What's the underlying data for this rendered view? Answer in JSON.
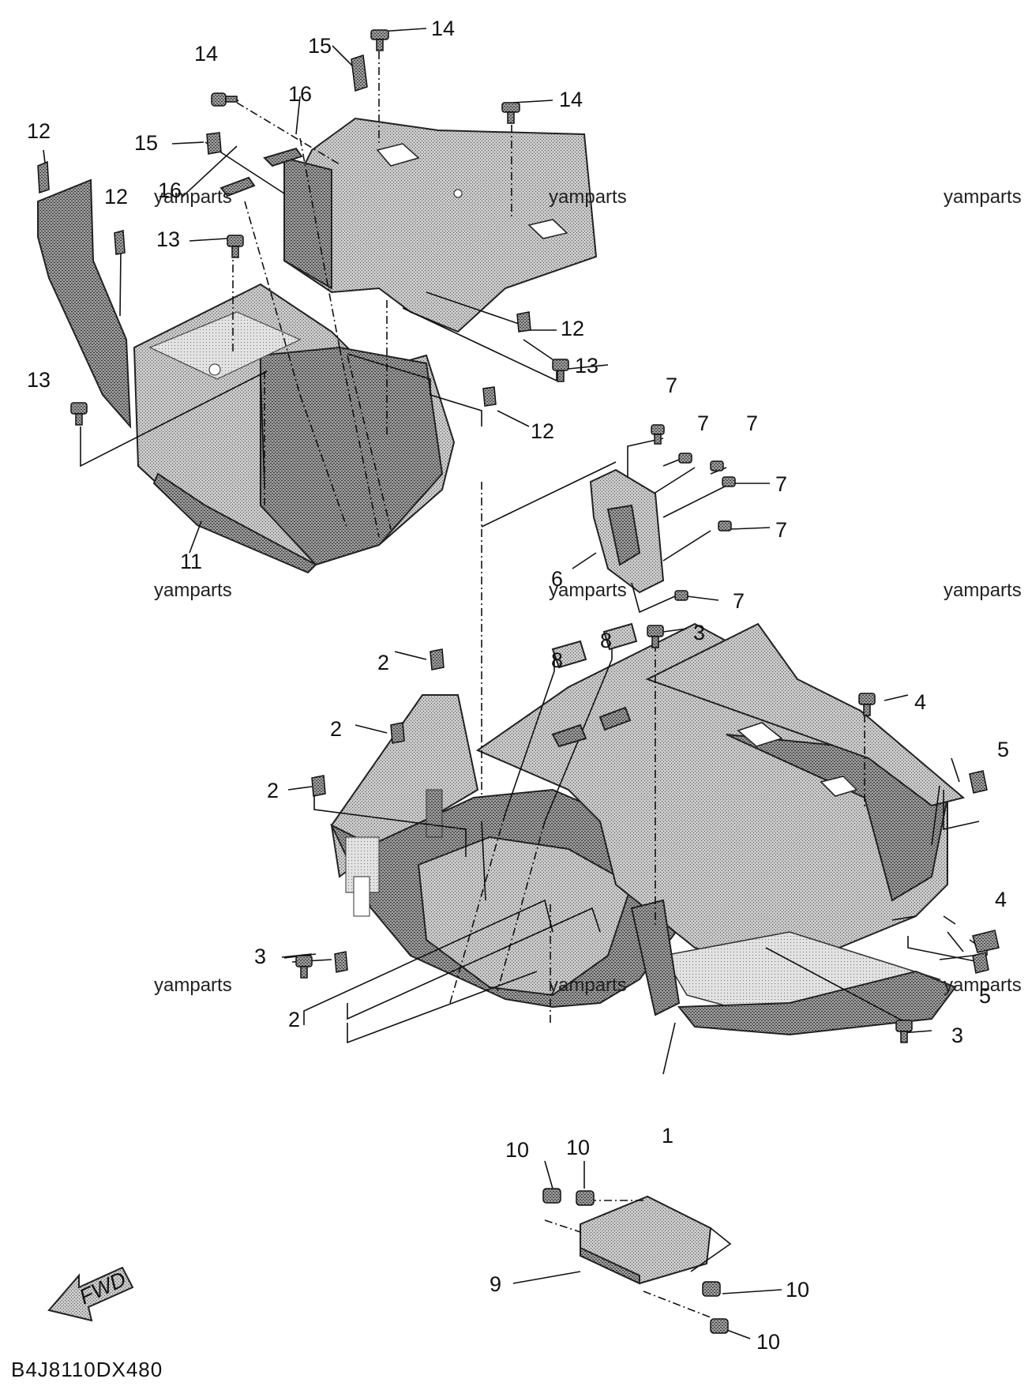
{
  "watermark": "yamparts",
  "diagram_code": "B4J8110DX480",
  "fwd_label": "FWD",
  "callouts": [
    {
      "id": "c1",
      "text": "1"
    },
    {
      "id": "c2a",
      "text": "2"
    },
    {
      "id": "c2b",
      "text": "2"
    },
    {
      "id": "c2c",
      "text": "2"
    },
    {
      "id": "c2d",
      "text": "2"
    },
    {
      "id": "c3a",
      "text": "3"
    },
    {
      "id": "c3b",
      "text": "3"
    },
    {
      "id": "c3c",
      "text": "3"
    },
    {
      "id": "c4a",
      "text": "4"
    },
    {
      "id": "c4b",
      "text": "4"
    },
    {
      "id": "c5a",
      "text": "5"
    },
    {
      "id": "c5b",
      "text": "5"
    },
    {
      "id": "c6",
      "text": "6"
    },
    {
      "id": "c7a",
      "text": "7"
    },
    {
      "id": "c7b",
      "text": "7"
    },
    {
      "id": "c7c",
      "text": "7"
    },
    {
      "id": "c7d",
      "text": "7"
    },
    {
      "id": "c7e",
      "text": "7"
    },
    {
      "id": "c7f",
      "text": "7"
    },
    {
      "id": "c8a",
      "text": "8"
    },
    {
      "id": "c8b",
      "text": "8"
    },
    {
      "id": "c9",
      "text": "9"
    },
    {
      "id": "c10a",
      "text": "10"
    },
    {
      "id": "c10b",
      "text": "10"
    },
    {
      "id": "c10c",
      "text": "10"
    },
    {
      "id": "c10d",
      "text": "10"
    },
    {
      "id": "c11",
      "text": "11"
    },
    {
      "id": "c12a",
      "text": "12"
    },
    {
      "id": "c12b",
      "text": "12"
    },
    {
      "id": "c12c",
      "text": "12"
    },
    {
      "id": "c12d",
      "text": "12"
    },
    {
      "id": "c13a",
      "text": "13"
    },
    {
      "id": "c13b",
      "text": "13"
    },
    {
      "id": "c13c",
      "text": "13"
    },
    {
      "id": "c14a",
      "text": "14"
    },
    {
      "id": "c14b",
      "text": "14"
    },
    {
      "id": "c14c",
      "text": "14"
    },
    {
      "id": "c15a",
      "text": "15"
    },
    {
      "id": "c15b",
      "text": "15"
    },
    {
      "id": "c16a",
      "text": "16"
    },
    {
      "id": "c16b",
      "text": "16"
    }
  ]
}
